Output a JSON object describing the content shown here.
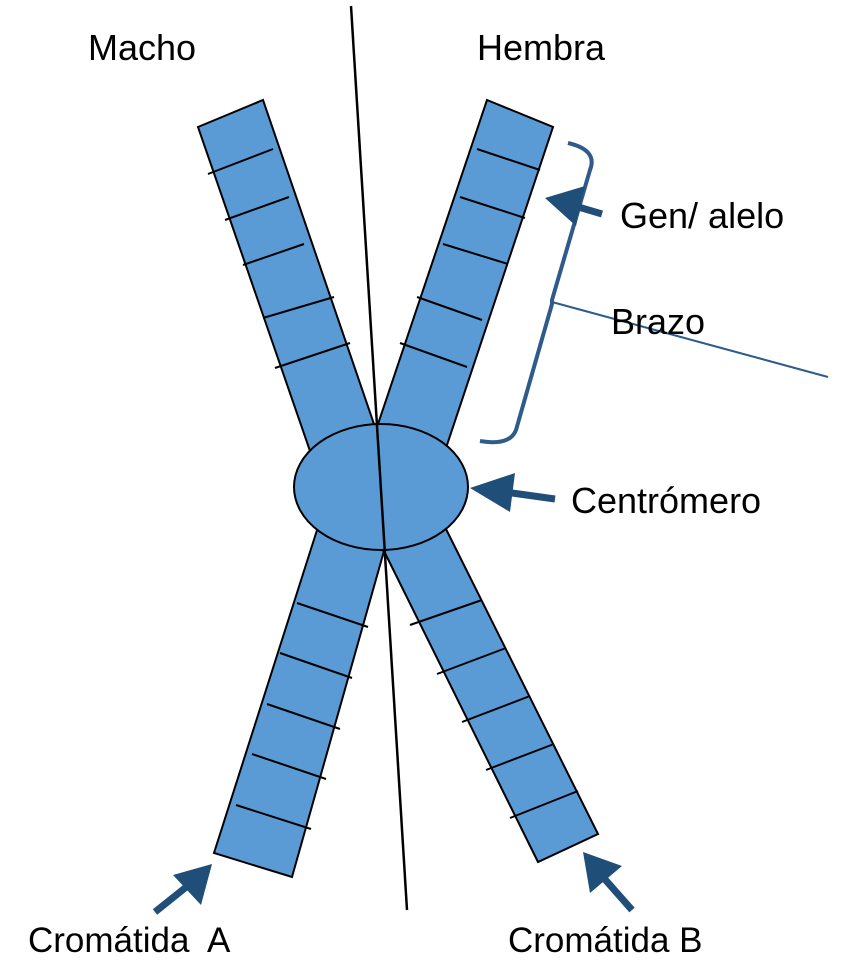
{
  "labels": {
    "male": "Macho",
    "female": "Hembra",
    "gene_allele": "Gen/ alelo",
    "arm": "Brazo",
    "centromere": "Centrómero",
    "chromatid_a": "Cromátida  A",
    "chromatid_b": "Cromátida B"
  },
  "colors": {
    "chromatid_fill": "#5B9BD5",
    "outline": "#000000",
    "arrow": "#1F4E79",
    "bracket": "#2E5B8A"
  },
  "icons": {
    "arrows": "arrow-icon",
    "bracket": "curly-bracket"
  }
}
